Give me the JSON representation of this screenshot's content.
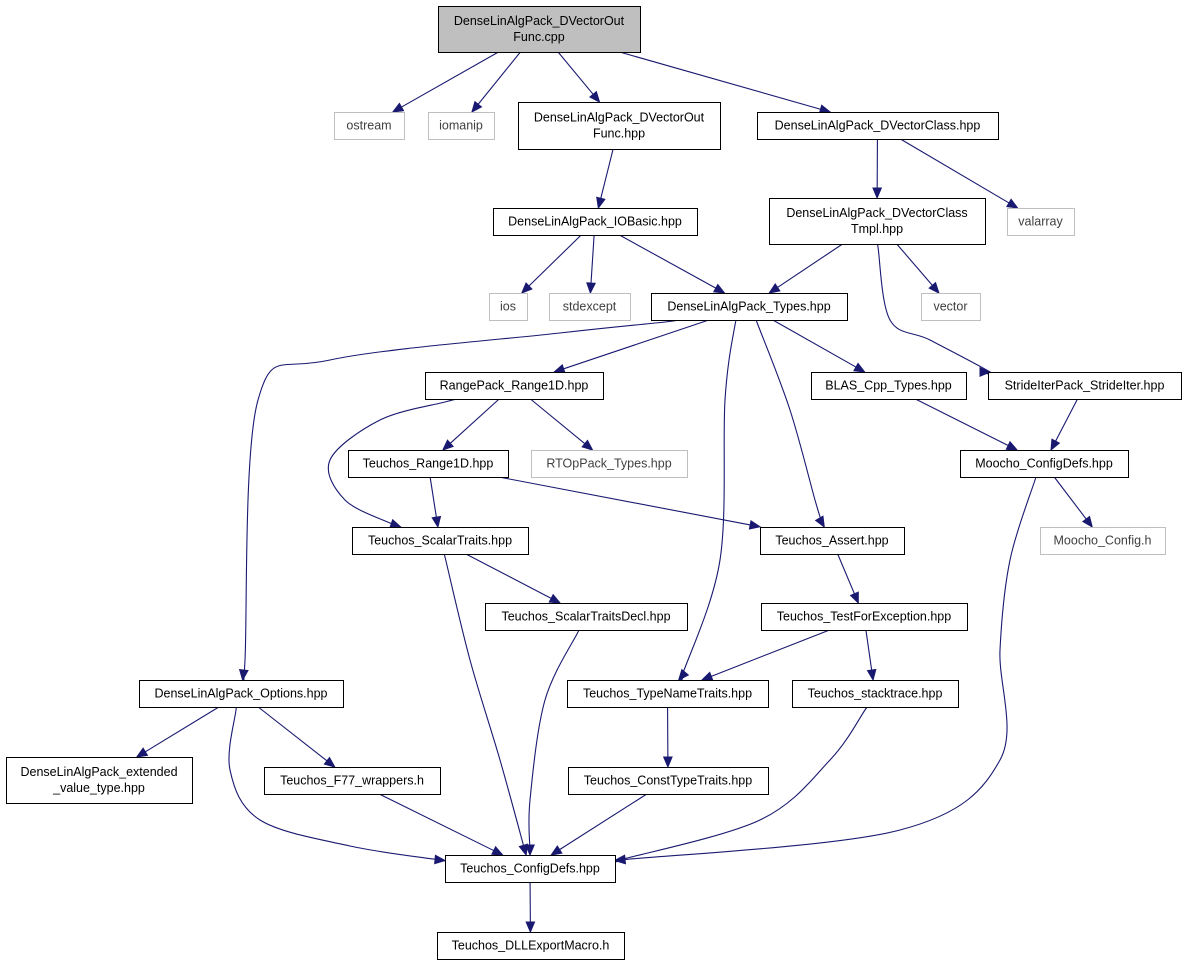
{
  "graph": {
    "colors": {
      "edge": "#191970",
      "root_fill": "#bfbfbf",
      "external_border": "#bfbfbf",
      "node_border": "#000000"
    },
    "nodes": [
      {
        "id": "root",
        "lines": [
          "DenseLinAlgPack_DVectorOut",
          "Func.cpp"
        ],
        "kind": "root"
      },
      {
        "id": "ostream",
        "lines": [
          "ostream"
        ],
        "kind": "external"
      },
      {
        "id": "iomanip",
        "lines": [
          "iomanip"
        ],
        "kind": "external"
      },
      {
        "id": "dvoutfunc_hpp",
        "lines": [
          "DenseLinAlgPack_DVectorOut",
          "Func.hpp"
        ],
        "kind": "header"
      },
      {
        "id": "dvectorclass",
        "lines": [
          "DenseLinAlgPack_DVectorClass.hpp"
        ],
        "kind": "header"
      },
      {
        "id": "iobasic",
        "lines": [
          "DenseLinAlgPack_IOBasic.hpp"
        ],
        "kind": "header"
      },
      {
        "id": "dvectorclasstmpl",
        "lines": [
          "DenseLinAlgPack_DVectorClass",
          "Tmpl.hpp"
        ],
        "kind": "header"
      },
      {
        "id": "valarray",
        "lines": [
          "valarray"
        ],
        "kind": "external"
      },
      {
        "id": "ios",
        "lines": [
          "ios"
        ],
        "kind": "external"
      },
      {
        "id": "stdexcept",
        "lines": [
          "stdexcept"
        ],
        "kind": "external"
      },
      {
        "id": "types",
        "lines": [
          "DenseLinAlgPack_Types.hpp"
        ],
        "kind": "header"
      },
      {
        "id": "vector",
        "lines": [
          "vector"
        ],
        "kind": "external"
      },
      {
        "id": "range1d_rp",
        "lines": [
          "RangePack_Range1D.hpp"
        ],
        "kind": "header"
      },
      {
        "id": "blas_types",
        "lines": [
          "BLAS_Cpp_Types.hpp"
        ],
        "kind": "header"
      },
      {
        "id": "strideiter",
        "lines": [
          "StrideIterPack_StrideIter.hpp"
        ],
        "kind": "header"
      },
      {
        "id": "t_range1d",
        "lines": [
          "Teuchos_Range1D.hpp"
        ],
        "kind": "header"
      },
      {
        "id": "rtop_types",
        "lines": [
          "RTOpPack_Types.hpp"
        ],
        "kind": "external"
      },
      {
        "id": "moocho_cfg",
        "lines": [
          "Moocho_ConfigDefs.hpp"
        ],
        "kind": "header"
      },
      {
        "id": "scalartraits",
        "lines": [
          "Teuchos_ScalarTraits.hpp"
        ],
        "kind": "header"
      },
      {
        "id": "t_assert",
        "lines": [
          "Teuchos_Assert.hpp"
        ],
        "kind": "header"
      },
      {
        "id": "moocho_config_h",
        "lines": [
          "Moocho_Config.h"
        ],
        "kind": "external"
      },
      {
        "id": "scalartraitsdecl",
        "lines": [
          "Teuchos_ScalarTraitsDecl.hpp"
        ],
        "kind": "header"
      },
      {
        "id": "testforexc",
        "lines": [
          "Teuchos_TestForException.hpp"
        ],
        "kind": "header"
      },
      {
        "id": "options",
        "lines": [
          "DenseLinAlgPack_Options.hpp"
        ],
        "kind": "header"
      },
      {
        "id": "typenametraits",
        "lines": [
          "Teuchos_TypeNameTraits.hpp"
        ],
        "kind": "header"
      },
      {
        "id": "stacktrace",
        "lines": [
          "Teuchos_stacktrace.hpp"
        ],
        "kind": "header"
      },
      {
        "id": "extended",
        "lines": [
          "DenseLinAlgPack_extended",
          "_value_type.hpp"
        ],
        "kind": "header"
      },
      {
        "id": "f77wrappers",
        "lines": [
          "Teuchos_F77_wrappers.h"
        ],
        "kind": "header"
      },
      {
        "id": "consttypetraits",
        "lines": [
          "Teuchos_ConstTypeTraits.hpp"
        ],
        "kind": "header"
      },
      {
        "id": "t_configdefs",
        "lines": [
          "Teuchos_ConfigDefs.hpp"
        ],
        "kind": "header"
      },
      {
        "id": "dllexport",
        "lines": [
          "Teuchos_DLLExportMacro.h"
        ],
        "kind": "header"
      }
    ],
    "edges": [
      [
        "root",
        "ostream"
      ],
      [
        "root",
        "iomanip"
      ],
      [
        "root",
        "dvoutfunc_hpp"
      ],
      [
        "root",
        "dvectorclass"
      ],
      [
        "dvoutfunc_hpp",
        "iobasic"
      ],
      [
        "dvectorclass",
        "dvectorclasstmpl"
      ],
      [
        "dvectorclass",
        "valarray"
      ],
      [
        "iobasic",
        "ios"
      ],
      [
        "iobasic",
        "stdexcept"
      ],
      [
        "iobasic",
        "types"
      ],
      [
        "dvectorclasstmpl",
        "types"
      ],
      [
        "dvectorclasstmpl",
        "vector"
      ],
      [
        "dvectorclasstmpl",
        "strideiter"
      ],
      [
        "types",
        "options"
      ],
      [
        "types",
        "range1d_rp"
      ],
      [
        "types",
        "typenametraits"
      ],
      [
        "types",
        "t_assert"
      ],
      [
        "types",
        "blas_types"
      ],
      [
        "range1d_rp",
        "scalartraits"
      ],
      [
        "range1d_rp",
        "t_range1d"
      ],
      [
        "range1d_rp",
        "rtop_types"
      ],
      [
        "blas_types",
        "moocho_cfg"
      ],
      [
        "strideiter",
        "moocho_cfg"
      ],
      [
        "t_range1d",
        "scalartraits"
      ],
      [
        "t_range1d",
        "t_assert"
      ],
      [
        "moocho_cfg",
        "moocho_config_h"
      ],
      [
        "moocho_cfg",
        "t_configdefs"
      ],
      [
        "scalartraits",
        "scalartraitsdecl"
      ],
      [
        "scalartraits",
        "t_configdefs"
      ],
      [
        "t_assert",
        "testforexc"
      ],
      [
        "scalartraitsdecl",
        "t_configdefs"
      ],
      [
        "testforexc",
        "typenametraits"
      ],
      [
        "testforexc",
        "stacktrace"
      ],
      [
        "options",
        "extended"
      ],
      [
        "options",
        "f77wrappers"
      ],
      [
        "options",
        "t_configdefs"
      ],
      [
        "typenametraits",
        "consttypetraits"
      ],
      [
        "stacktrace",
        "t_configdefs"
      ],
      [
        "f77wrappers",
        "t_configdefs"
      ],
      [
        "consttypetraits",
        "t_configdefs"
      ],
      [
        "t_configdefs",
        "dllexport"
      ]
    ]
  }
}
